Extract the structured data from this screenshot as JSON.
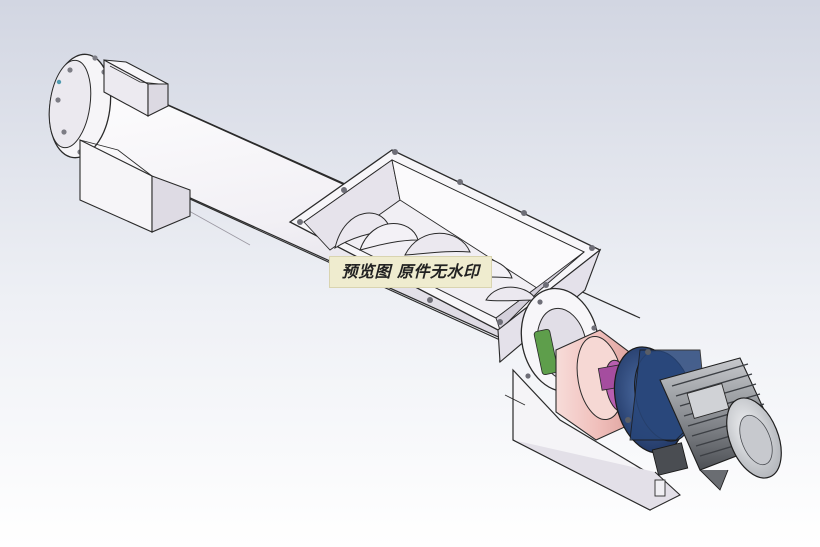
{
  "viewport": {
    "background_top": "#d2d6e2",
    "background_bottom": "#ffffff"
  },
  "watermark": {
    "text": "预览图 原件无水印",
    "background": "#efeccf"
  },
  "colors": {
    "body_fill": "#f4f2f6",
    "body_shade": "#e6e3ea",
    "edge": "#2a2a2a",
    "coupling_pink": "#f3c9c6",
    "shaft_purple": "#b85fb0",
    "gear_blue": "#2f4f86",
    "motor_grey": "#8f9297",
    "seal_green": "#5e9e4b"
  },
  "parts": [
    {
      "id": "screw-conveyor-tube",
      "icon": "cylinder-tube"
    },
    {
      "id": "end-flange-left",
      "icon": "bolted-flange"
    },
    {
      "id": "top-outlet-chute",
      "icon": "rectangular-chute"
    },
    {
      "id": "bottom-discharge-chute",
      "icon": "rectangular-chute"
    },
    {
      "id": "inlet-hopper",
      "icon": "hopper"
    },
    {
      "id": "screw-flights",
      "icon": "helical-screw"
    },
    {
      "id": "drive-end-flange",
      "icon": "bolted-flange"
    },
    {
      "id": "shaft-coupling",
      "icon": "coupling"
    },
    {
      "id": "gear-reducer",
      "icon": "gearbox"
    },
    {
      "id": "electric-motor",
      "icon": "motor"
    },
    {
      "id": "motor-base-frame",
      "icon": "frame"
    }
  ]
}
